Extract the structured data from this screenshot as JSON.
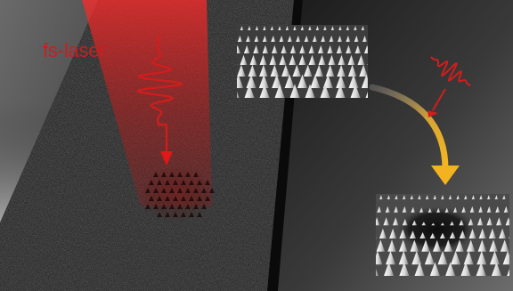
{
  "figure": {
    "laser_label": "fs-laser",
    "colors": {
      "laser_red": "#d21d1d",
      "label_red": "#cc1d1d",
      "arrow_gold": "#f3b321",
      "background_dark": "#141414",
      "background_light": "#c9c9c9"
    },
    "icons": {
      "beam": "laser-beam",
      "pulse": "femtosecond-pulse",
      "transition": "curved-arrow",
      "pattern_before": "spike-array",
      "pattern_after": "spike-array-with-crater"
    }
  }
}
